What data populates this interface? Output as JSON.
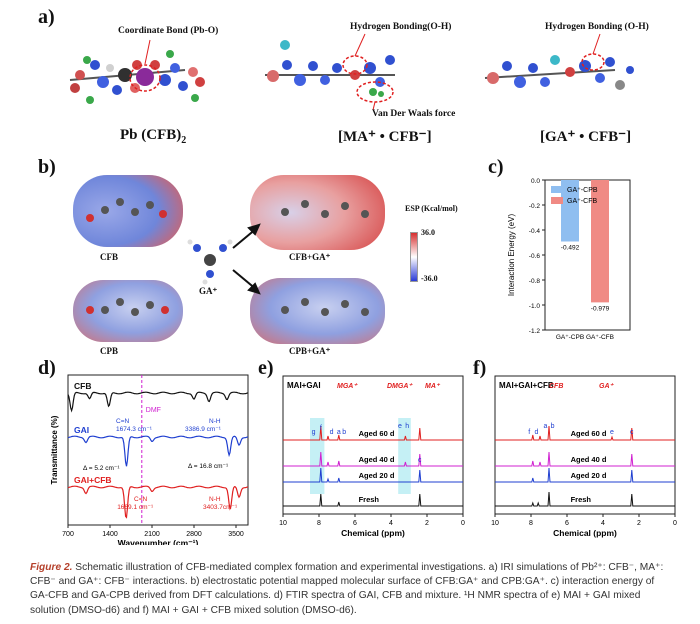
{
  "panel_a": {
    "label": "a)",
    "annotations": {
      "coord_bond": "Coordinate Bond (Pb-O)",
      "hbond_oh_1": "Hydrogen Bonding(O-H)",
      "hbond_oh_2": "Hydrogen Bonding (O-H)",
      "vdw": "Van Der Waals force"
    },
    "titles": {
      "pb": "Pb (CFB)",
      "pb_sub": "2",
      "ma": "[MA⁺ • CFB⁻]",
      "ga": "[GA⁺ • CFB⁻]"
    }
  },
  "panel_b": {
    "label": "b)",
    "cfb": "CFB",
    "cpb": "CPB",
    "ga": "GA⁺",
    "cfb_ga": "CFB+GA⁺",
    "cpb_ga": "CPB+GA⁺",
    "esp_title": "ESP (Kcal/mol)",
    "esp_max": "36.0",
    "esp_min": "-36.0",
    "colors": {
      "esp_high": "#d62f2f",
      "esp_mid": "#ffffff",
      "esp_low": "#2b3bd6"
    }
  },
  "panel_c": {
    "label": "c)",
    "chart_data": {
      "type": "bar",
      "categories": [
        "GA⁺-CPB",
        "GA⁺-CFB"
      ],
      "values": [
        -0.492,
        -0.979
      ],
      "data_labels": [
        "-0.492",
        "-0.979"
      ],
      "ylabel": "Interaction Energy (eV)",
      "ylim": [
        0,
        -1.2
      ],
      "yticks": [
        "0.0",
        "-0.2",
        "-0.4",
        "-0.6",
        "-0.8",
        "-1.0",
        "-1.2"
      ],
      "legend": [
        "GA⁺-CPB",
        "GA⁺-CFB"
      ],
      "legend_position": "top-left",
      "colors": [
        "#8fbef0",
        "#f08a84"
      ]
    }
  },
  "panel_d": {
    "label": "d)",
    "chart_data": {
      "type": "line",
      "xlabel": "Wavenumber (cm⁻¹)",
      "ylabel": "Transmittance (%)",
      "xticks": [
        "700",
        "1400",
        "2100",
        "2800",
        "3500"
      ],
      "series": [
        {
          "name": "CFB",
          "color": "#111111"
        },
        {
          "name": "GAI",
          "color": "#1f3fd0"
        },
        {
          "name": "GAI+CFB",
          "color": "#e02020"
        }
      ],
      "annotations": {
        "dmf": "DMF",
        "cn_top": "C=N",
        "cn_top_val": "1674.3 cm⁻¹",
        "nh_top": "N-H",
        "nh_top_val": "3386.9 cm⁻¹",
        "delta1": "Δ = 5.2 cm⁻¹",
        "delta2": "Δ = 16.8 cm⁻¹",
        "cn_bot": "C=N",
        "cn_bot_val": "1669.1 cm⁻¹",
        "nh_bot": "N-H",
        "nh_bot_val": "3403.7cm⁻¹"
      }
    }
  },
  "panel_e": {
    "label": "e)",
    "chart_data": {
      "type": "line",
      "title": "MAI+GAI",
      "xlabel": "Chemical (ppm)",
      "xticks": [
        "10",
        "8",
        "6",
        "4",
        "2",
        "0"
      ],
      "series": [
        {
          "name": "Aged 60 d",
          "color": "#e02020"
        },
        {
          "name": "Aged 40 d",
          "color": "#d020d0"
        },
        {
          "name": "Aged 20 d",
          "color": "#1f3fd0"
        },
        {
          "name": "Fresh",
          "color": "#111111"
        }
      ],
      "species": [
        "MGA⁺",
        "DMGA⁺",
        "MA⁺"
      ],
      "peak_letters": [
        "g",
        "f",
        "d",
        "a",
        "b",
        "e",
        "h",
        "c"
      ]
    }
  },
  "panel_f": {
    "label": "f)",
    "chart_data": {
      "type": "line",
      "title": "MAI+GAI+CFB",
      "xlabel": "Chemical (ppm)",
      "xticks": [
        "10",
        "8",
        "6",
        "4",
        "2",
        "0"
      ],
      "series": [
        {
          "name": "Aged 60 d",
          "color": "#e02020"
        },
        {
          "name": "Aged 40 d",
          "color": "#d020d0"
        },
        {
          "name": "Aged 20 d",
          "color": "#1f3fd0"
        },
        {
          "name": "Fresh",
          "color": "#111111"
        }
      ],
      "species": [
        "CFB",
        "GA⁺"
      ],
      "peak_letters": [
        "f",
        "d",
        "a",
        "b",
        "e",
        "c"
      ]
    }
  },
  "caption": {
    "fig": "Figure 2.",
    "text": " Schematic illustration of CFB-mediated complex formation and experimental investigations. a) IRI simulations of Pb²⁺: CFB⁻, MA⁺: CFB⁻ and GA⁺: CFB⁻ interactions. b) electrostatic potential mapped molecular surface of CFB:GA⁺ and CPB:GA⁺. c) interaction energy of GA-CFB and GA-CPB derived from DFT calculations. d) FTIR spectra of GAI, CFB and mixture. ¹H NMR spectra of e) MAI + GAI mixed solution (DMSO-d6) and f) MAI + GAI + CFB mixed solution (DMSO-d6)."
  }
}
